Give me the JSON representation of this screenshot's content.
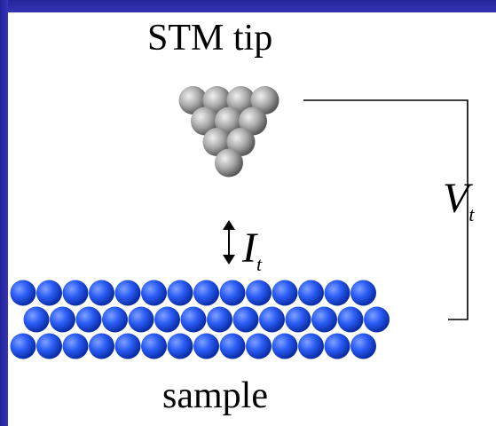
{
  "labels": {
    "tip": "STM tip",
    "sample": "sample",
    "voltage_symbol": "V",
    "voltage_subscript": "t",
    "current_symbol": "I",
    "current_subscript": "t"
  },
  "tip": {
    "atom_rows": [
      4,
      3,
      2,
      1
    ],
    "atom_color": "gray"
  },
  "sample": {
    "atom_rows": [
      14,
      14,
      14
    ],
    "atom_color": "blue"
  },
  "colors": {
    "background_frame": "#2c2ca6",
    "panel": "#ffffff",
    "tip_atom_light": "#e6e6e6",
    "tip_atom_mid": "#9a9a9a",
    "tip_atom_dark": "#5a5a5a",
    "sample_atom_light": "#6a8cff",
    "sample_atom_mid": "#2257f2",
    "sample_atom_dark": "#0b2ea8",
    "line": "#000000"
  }
}
